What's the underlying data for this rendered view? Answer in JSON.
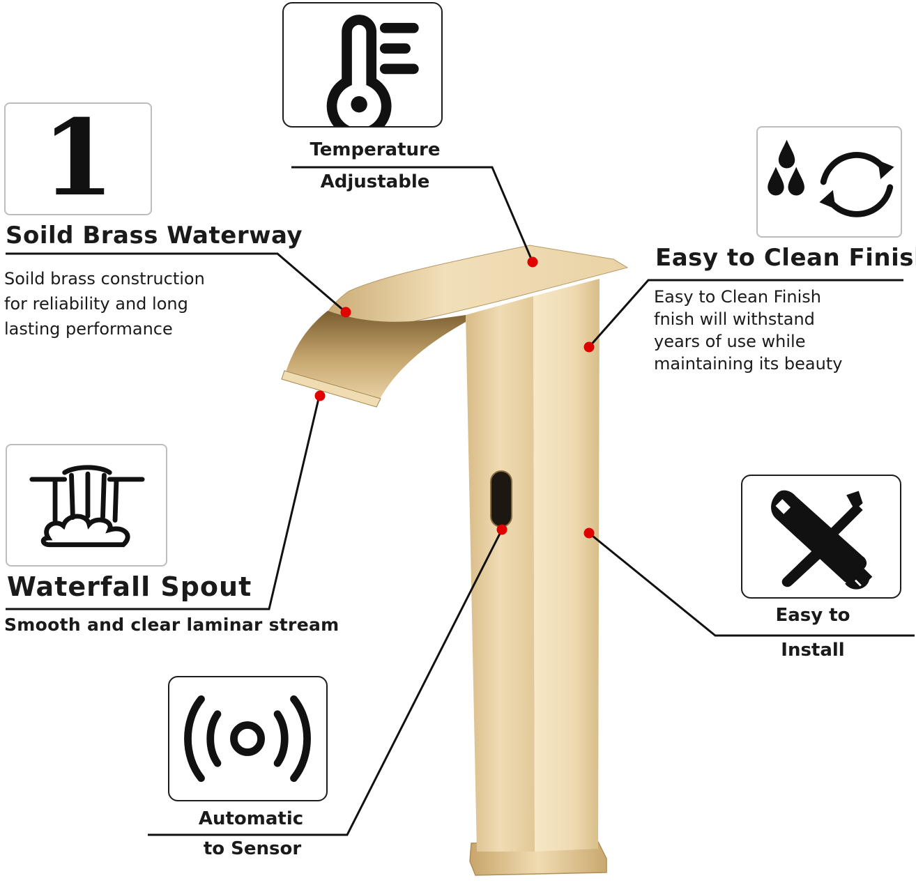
{
  "features": {
    "temperature": {
      "line1": "Temperature",
      "line2": "Adjustable",
      "icon": "thermometer-icon"
    },
    "waterway": {
      "title": "Soild Brass Waterway",
      "desc": [
        "Soild brass construction",
        "for reliability and long",
        "lasting  performance"
      ],
      "icon": "number-one-icon",
      "icon_text": "1"
    },
    "clean": {
      "title": "Easy to Clean Finish",
      "desc": [
        "Easy to Clean Finish",
        "fnish will withstand",
        "years of use while",
        "maintaining its beauty"
      ],
      "icon": "water-drops-cycle-icon"
    },
    "waterfall": {
      "title": "Waterfall Spout",
      "desc": "Smooth and clear laminar stream",
      "icon": "waterfall-icon"
    },
    "install": {
      "line1": "Easy to",
      "line2": "Install",
      "icon": "wrench-screwdriver-icon"
    },
    "sensor": {
      "line1": "Automatic",
      "line2": "to Sensor",
      "icon": "sensor-waves-icon"
    }
  },
  "colors": {
    "marker": "#e00000",
    "gold_light": "#f3e2bd",
    "gold_mid": "#d9bf8a",
    "gold_dark": "#a8874f",
    "line": "#111111"
  }
}
